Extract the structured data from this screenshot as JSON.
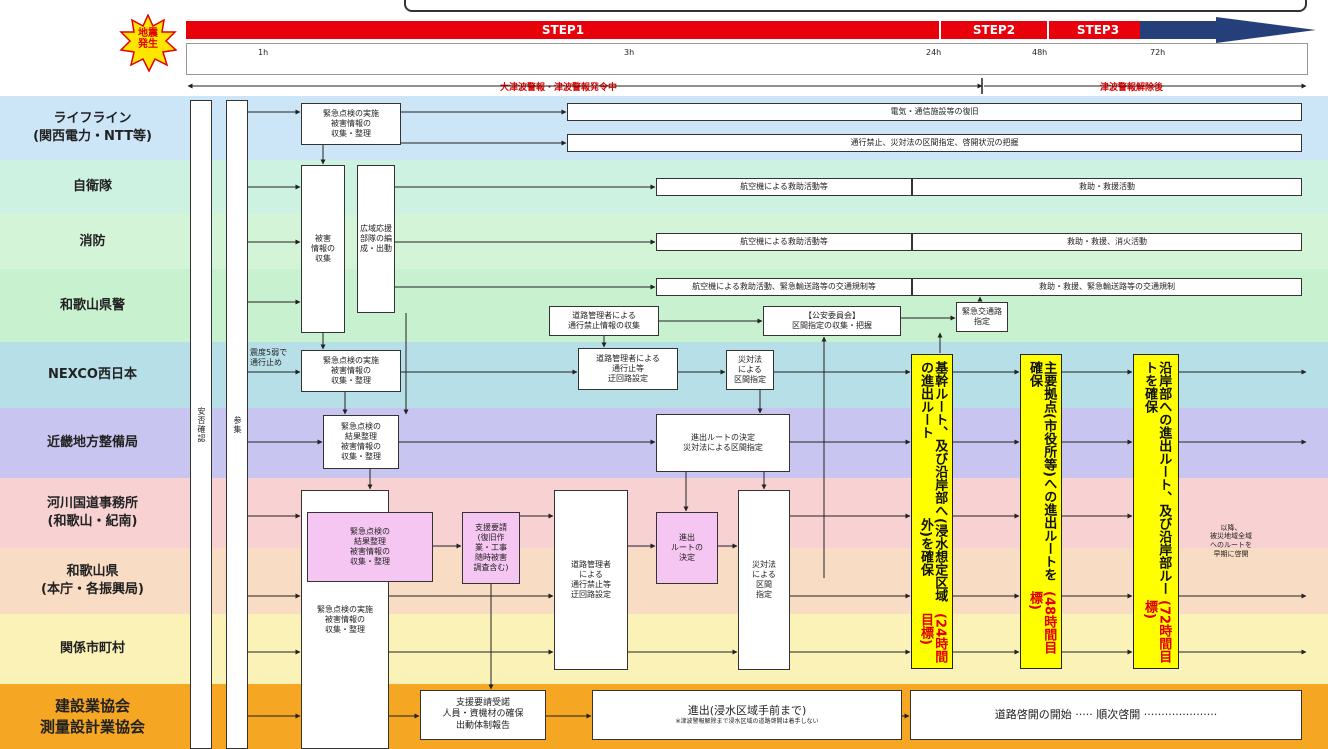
{
  "header": {
    "burst_text": "地震\n発生",
    "steps": [
      {
        "label": "STEP1"
      },
      {
        "label": "STEP2"
      },
      {
        "label": "STEP3"
      }
    ],
    "time_ticks": [
      "1h",
      "3h",
      "24h",
      "48h",
      "72h"
    ],
    "phase1": "大津波警報・津波警報発令中",
    "phase2": "津波警報解除後"
  },
  "lanes": [
    {
      "label": "ライフライン\n(関西電力・NTT等)"
    },
    {
      "label": "自衛隊"
    },
    {
      "label": "消防"
    },
    {
      "label": "和歌山県警"
    },
    {
      "label": "NEXCO西日本"
    },
    {
      "label": "近畿地方整備局"
    },
    {
      "label": "河川国道事務所\n(和歌山・紀南)"
    },
    {
      "label": "和歌山県\n(本庁・各振興局)"
    },
    {
      "label": "関係市町村"
    },
    {
      "label": "建設業協会\n測量設計業協会"
    }
  ],
  "verticals": {
    "safety": "安否確認",
    "assembly": "参集"
  },
  "boxes": {
    "lifeline_check": "緊急点検の実施\n被害情報の\n収集・整理",
    "lifeline_restore": "電気・通信施設等の復旧",
    "lifeline_status": "通行禁止、災対法の区間指定、啓開状況の把握",
    "damage_collect": "被害\n情報の\n収集",
    "wide_area": "広域応援部隊の編成・出動",
    "sdf_air": "航空機による救助活動等",
    "sdf_rescue": "救助・救援活動",
    "fire_air": "航空機による救助活動等",
    "fire_rescue": "救助・救援、消火活動",
    "police_air": "航空機による救助活動、緊急輸送路等の交通規制等",
    "police_rescue": "救助・救援、緊急輸送路等の交通規制",
    "police_info": "道路管理者による\n通行禁止情報の収集",
    "police_commission": "【公安委員会】\n区間指定の収集・把握",
    "police_route": "緊急交通路\n指定",
    "quake_stop": "震度5弱で\n通行止め",
    "nexco_check": "緊急点検の実施\n被害情報の\n収集・整理",
    "nexco_detour": "道路管理者による\n通行止等\n迂回路設定",
    "nexco_section": "災対法\nによる\n区間指定",
    "kinki_check": "緊急点検の\n結果整理\n被害情報の\n収集・整理",
    "kinki_route": "進出ルートの決定\n災対法による区間指定",
    "pink_check": "緊急点検の\n結果整理\n被害情報の\n収集・整理",
    "pink_support": "支援要請\n(復旧作\n業・工事\n随時被害\n調査含む)",
    "pink_route": "進出\nルートの\n決定",
    "big_check": "緊急点検の実施\n被害情報の\n収集・整理",
    "road_admin": "道路管理者\nによる\n通行禁止等\n迂回路設定",
    "disaster_act": "災対法\nによる\n区間\n指定",
    "assoc_support": "支援要請受諾\n人員・資機材の確保\n出動体制報告",
    "assoc_advance": "進出(浸水区域手前まで)",
    "assoc_note": "※津波警報解除まで浸水区域の道路啓開は着手しない",
    "assoc_open": "道路啓開の開始 ····· 順次啓開 ·····················",
    "wide_note": "以降、\n被災地域全域\nへのルートを\n早期に啓開"
  },
  "yellow": {
    "y1_black1": "基幹ルート、及び沿岸部への進出ルート",
    "y1_paren": "(浸水想定区域外)を確保",
    "y1_red": "(24時間目標)",
    "y2_black": "主要拠点(市役所等)への進出ルートを確保",
    "y2_red": "(48時間目標)",
    "y3_black": "沿岸部への進出ルート、及び沿岸部ルートを確保",
    "y3_red": "(72時間目標)"
  },
  "colors": {
    "step_red": "#e8000b",
    "step_navy": "#243f7a",
    "lane_bg": [
      "#cde6f7",
      "#cdf2e1",
      "#d4f4d8",
      "#c8f2cf",
      "#b7dfe8",
      "#c8c6f0",
      "#f8d2d2",
      "#f9dcc4",
      "#fbf2b8",
      "#f5a623"
    ]
  }
}
